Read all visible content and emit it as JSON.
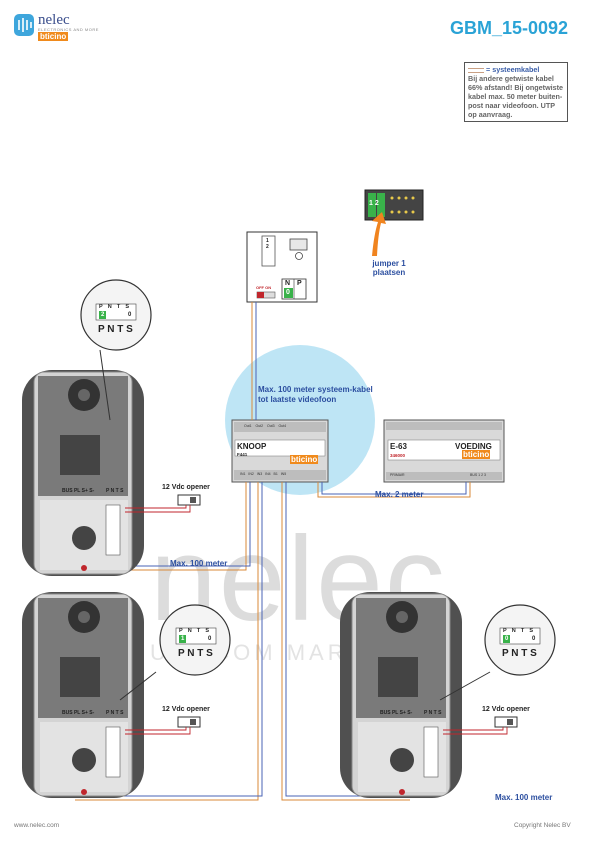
{
  "header": {
    "brand": "nelec",
    "brand_sub": "ELECTRONICS AND MORE",
    "brand_partner": "bticino",
    "doc_id": "GBM_15-0092"
  },
  "legend": {
    "title": "= systeemkabel",
    "text": "Bij andere getwiste kabel 66% afstand! Bij ongetwiste kabel max. 50 meter buiten-post naar videofoon. UTP op aanvraag."
  },
  "labels": {
    "jumper": "jumper 1 plaatsen",
    "max100_system": "Max. 100 meter systeem-kabel tot laatste videofoon",
    "max2": "Max. 2 meter",
    "max100_left": "Max. 100 meter",
    "max100_right": "Max. 100 meter",
    "opener1": "12 Vdc opener",
    "opener2": "12 Vdc opener",
    "opener3": "12 Vdc opener"
  },
  "knoop": {
    "name": "KNOOP",
    "model": "F441",
    "brand": "bticino",
    "terminals_top": [
      "Out1",
      "Out2",
      "Out3",
      "Out4"
    ],
    "terminals_bottom": [
      "IN1",
      "IN2",
      "IN3",
      "IN4",
      "B1",
      "IN5"
    ]
  },
  "voeding": {
    "name": "E-63",
    "title": "VOEDING",
    "code": "346000",
    "brand": "bticino",
    "terminal_left": "PRIMAIR",
    "terminal_right": "BUS 1 2 3"
  },
  "monitor": {
    "terminals": [
      "1",
      "2"
    ],
    "switch_label": "OFF ON",
    "np_label_n": "N",
    "np_label_p": "P",
    "np_value": "0"
  },
  "jumper_block": {
    "label": "1 2"
  },
  "panels": [
    {
      "label_p": "P",
      "label_n": "N",
      "label_t": "T",
      "label_s": "S",
      "value_p": "2",
      "value_s": "0",
      "bottom": "P N T S"
    },
    {
      "label_p": "P",
      "label_n": "N",
      "label_t": "T",
      "label_s": "S",
      "value_p": "1",
      "value_s": "0",
      "bottom": "P N T S"
    },
    {
      "label_p": "P",
      "label_n": "N",
      "label_t": "T",
      "label_s": "S",
      "value_p": "0",
      "value_s": "0",
      "bottom": "P N T S"
    }
  ],
  "station_terminals": "BUS PL S+ S-",
  "station_bottom": "P N T S",
  "watermark": {
    "main": "nelec",
    "sub": "UTP.COM MAR"
  },
  "footer": {
    "left": "www.nelec.com",
    "right": "Copyright Nelec BV"
  },
  "colors": {
    "accent": "#2aa3d6",
    "cable_orange": "#d98a3a",
    "cable_blue": "#4a63b5",
    "jumper_green": "#39b24a",
    "opener_red": "#c0262c"
  }
}
